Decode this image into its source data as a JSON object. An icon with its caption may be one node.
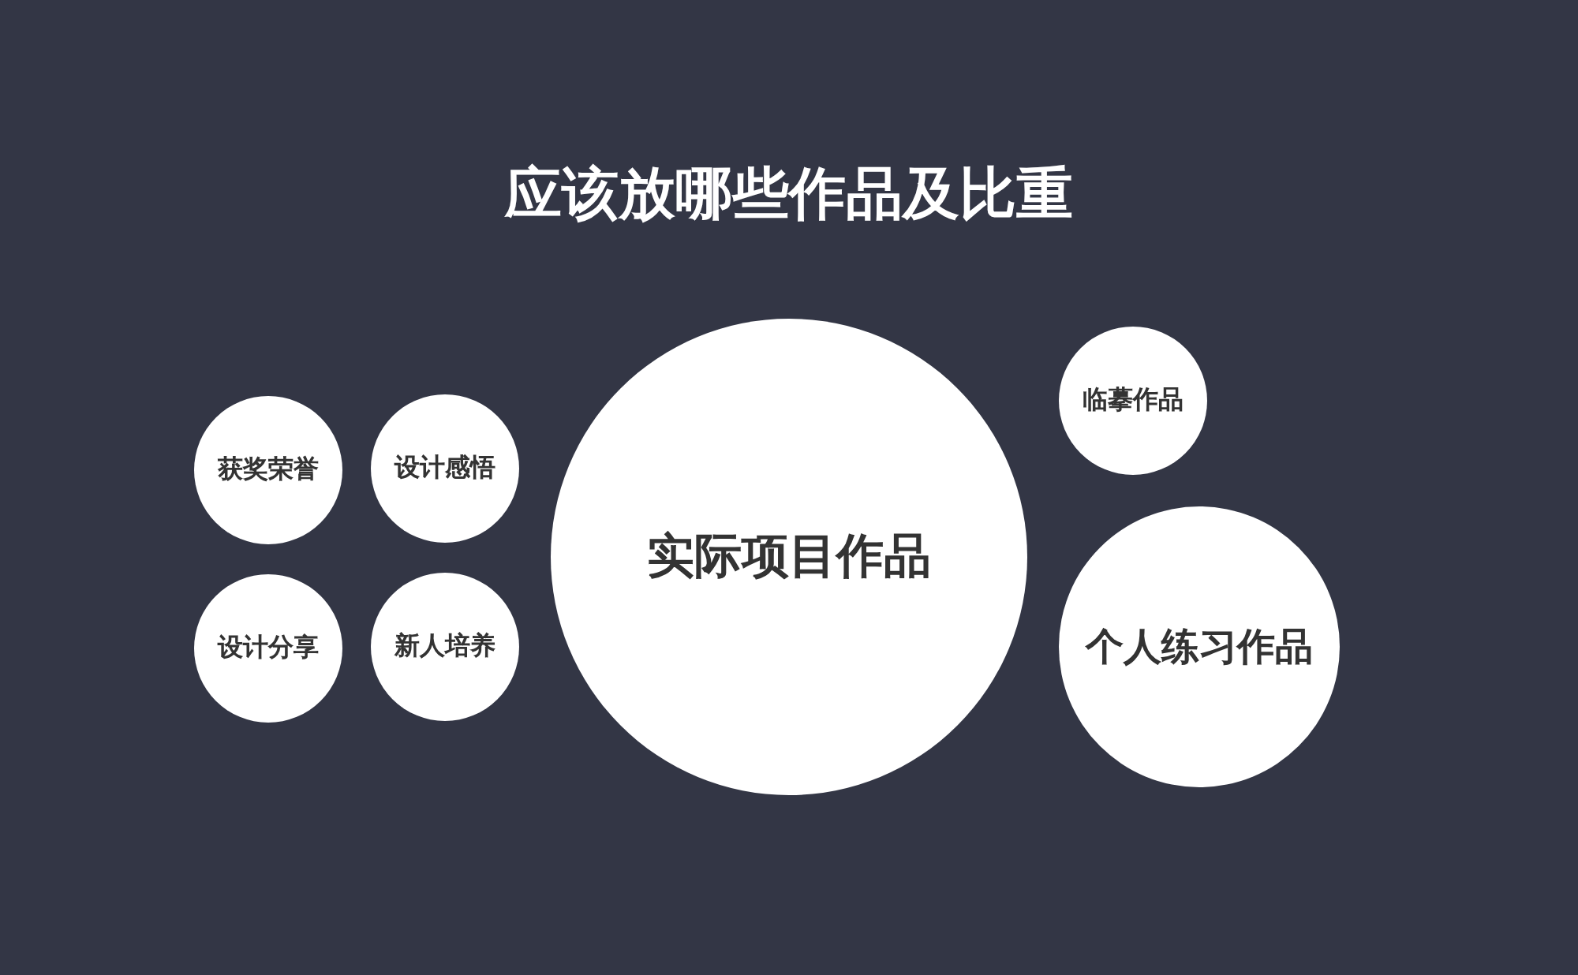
{
  "diagram": {
    "title": "应该放哪些作品及比重",
    "nodes": [
      {
        "text": [
          "获奖荣誉"
        ]
      },
      {
        "text": [
          "设计感悟"
        ]
      },
      {
        "text": [
          "设计分享"
        ]
      },
      {
        "text": [
          "新人培养"
        ]
      },
      {
        "text": [
          "实际项目作品"
        ]
      },
      {
        "text": [
          "临摹作品"
        ]
      },
      {
        "text": [
          "个人练习作品"
        ]
      }
    ]
  }
}
